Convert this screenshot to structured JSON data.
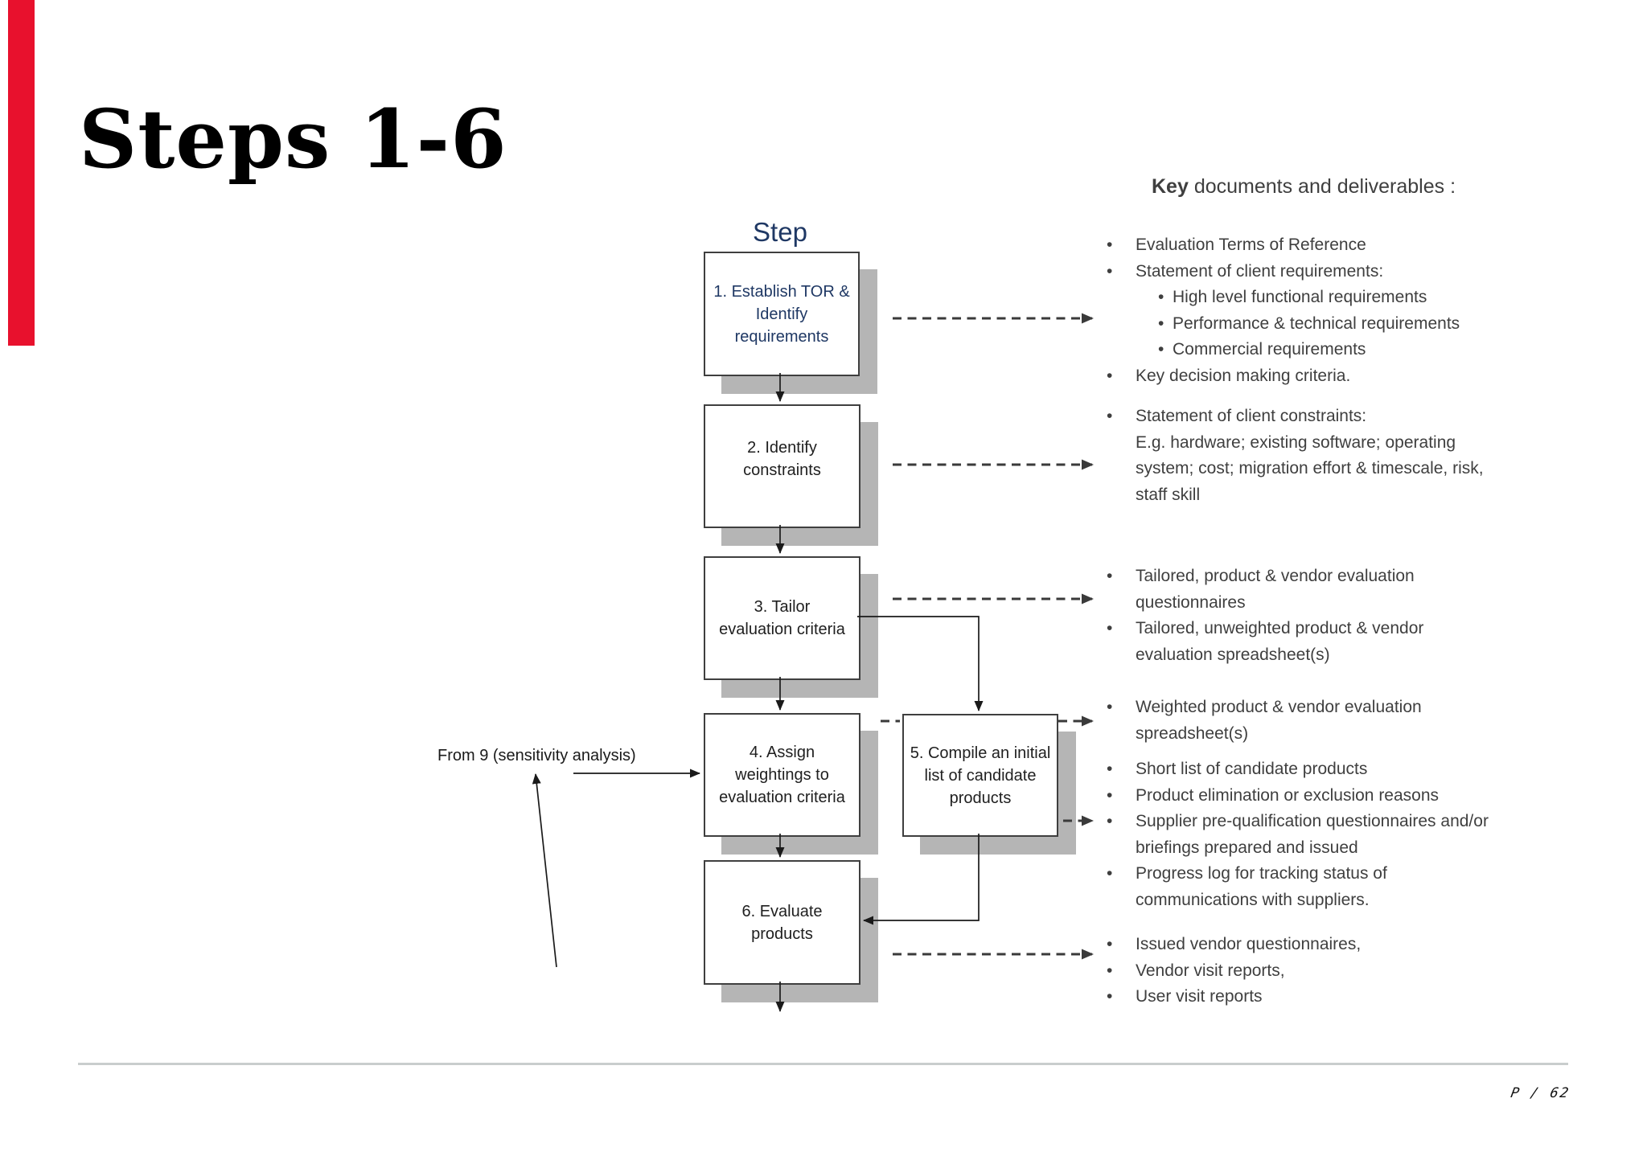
{
  "title": "Steps 1-6",
  "flow": {
    "column_header": "Step",
    "boxes": [
      {
        "label": "1. Establish TOR &\nIdentify\nrequirements"
      },
      {
        "label": "2. Identify\nconstraints"
      },
      {
        "label": "3. Tailor\nevaluation criteria"
      },
      {
        "label": "4. Assign\nweightings to\nevaluation criteria"
      },
      {
        "label": "5. Compile an initial\nlist of candidate\nproducts"
      },
      {
        "label": "6. Evaluate\nproducts"
      }
    ],
    "feedback_label": "From 9 (sensitivity analysis)"
  },
  "deliverables": {
    "bullet_glyph": "•",
    "header": {
      "bold": "Key",
      "rest": " documents and deliverables :"
    },
    "groups": [
      {
        "items": [
          {
            "level": 1,
            "text": "Evaluation Terms of Reference"
          },
          {
            "level": 1,
            "text": "Statement of client requirements:"
          },
          {
            "level": 2,
            "text": "High level functional requirements"
          },
          {
            "level": 2,
            "text": "Performance & technical requirements"
          },
          {
            "level": 2,
            "text": "Commercial requirements"
          },
          {
            "level": 1,
            "text": "Key decision making criteria."
          }
        ]
      },
      {
        "items": [
          {
            "level": 1,
            "text": "Statement of client constraints:\nE.g. hardware; existing software; operating\nsystem; cost; migration effort & timescale, risk,\nstaff skill"
          }
        ]
      },
      {
        "items": [
          {
            "level": 1,
            "text": "Tailored, product & vendor evaluation\nquestionnaires"
          },
          {
            "level": 1,
            "text": "Tailored, unweighted product & vendor\nevaluation spreadsheet(s)"
          }
        ]
      },
      {
        "items": [
          {
            "level": 1,
            "text": "Weighted product & vendor evaluation\nspreadsheet(s)"
          }
        ]
      },
      {
        "items": [
          {
            "level": 1,
            "text": "Short list of candidate products"
          },
          {
            "level": 1,
            "text": "Product elimination or exclusion reasons"
          },
          {
            "level": 1,
            "text": "Supplier pre-qualification questionnaires and/or\nbriefings prepared and issued"
          },
          {
            "level": 1,
            "text": "Progress log for tracking status of\ncommunications with suppliers."
          }
        ]
      },
      {
        "items": [
          {
            "level": 1,
            "text": "Issued vendor questionnaires,"
          },
          {
            "level": 1,
            "text": "Vendor visit reports,"
          },
          {
            "level": 1,
            "text": "User visit reports"
          }
        ]
      }
    ]
  },
  "footer": {
    "page_label": "P / 62"
  },
  "colors": {
    "accent_red": "#e8112d",
    "navy": "#1f3864",
    "shadow_gray": "#b5b5b5",
    "text_gray": "#3f3f3f",
    "dash_gray": "#3a3a3a"
  }
}
